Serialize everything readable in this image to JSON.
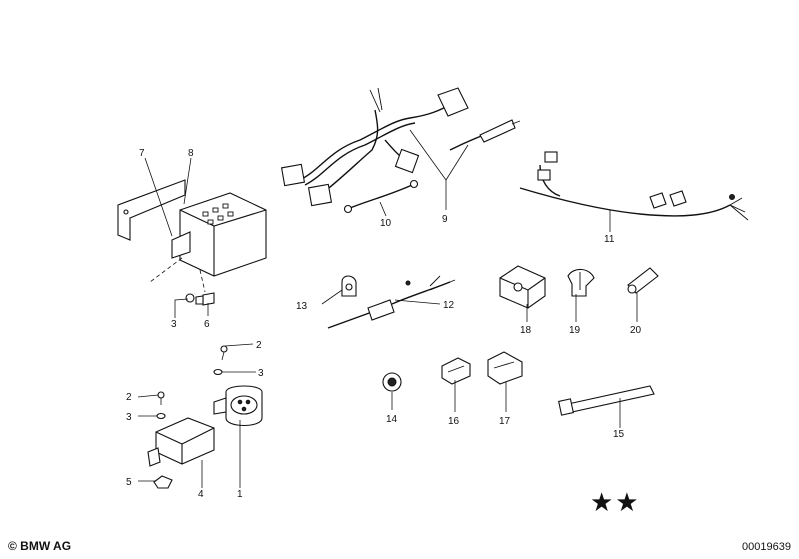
{
  "footer": {
    "brand": "© BMW AG",
    "drawing_id": "00019639",
    "stars": "★★"
  },
  "callouts": {
    "c1": "1",
    "c2a": "2",
    "c2b": "2",
    "c3a": "3",
    "c3b": "3",
    "c3c": "3",
    "c4": "4",
    "c5": "5",
    "c6": "6",
    "c7": "7",
    "c8": "8",
    "c9": "9",
    "c10": "10",
    "c11": "11",
    "c12": "12",
    "c13": "13",
    "c14": "14",
    "c15": "15",
    "c16": "16",
    "c17": "17",
    "c18": "18",
    "c19": "19",
    "c20": "20"
  }
}
